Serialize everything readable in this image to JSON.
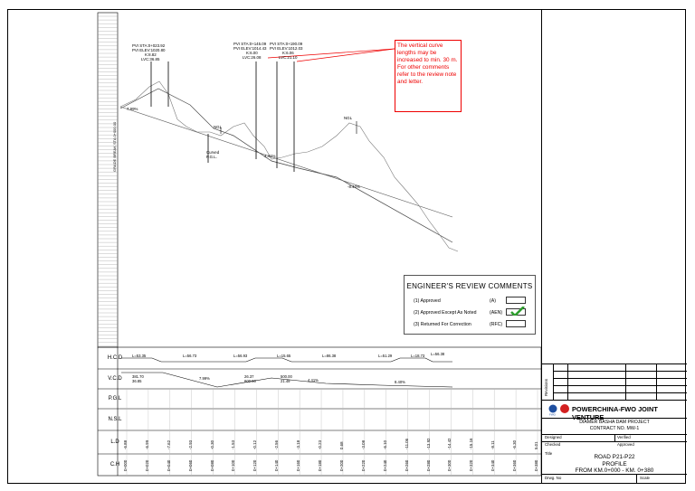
{
  "review_note": {
    "line1": "The vertical curve lengths may be increased to min. 30 m.",
    "line2": "For other comments refer to the review note and letter."
  },
  "pvi_labels": [
    {
      "sta": "PVI STA:0+023.92",
      "elev": "PVI ELEV:1020.80",
      "k": "K:8.82",
      "lvc": "LVC:36.85"
    },
    {
      "sta": "PVI STA:0+145.09",
      "elev": "PVI ELEV:1014.43",
      "k": "K:6.00",
      "lvc": "LVC:26.08"
    },
    {
      "sta": "PVI STA:0+190.09",
      "elev": "PVI ELEV:1012.03",
      "k": "K:6.06",
      "lvc": "LVC:21.10"
    }
  ],
  "profile_annotations": {
    "ngl_1": "NGL",
    "ngl_2": "NGL",
    "grade_start": "7.99%",
    "grade_mid": "4.41%",
    "grade_end": "-8.40%",
    "curved_pgl": "Curved P.G.L.",
    "break_sta": "GRADE BREAK STA 0+000.00"
  },
  "engineer_review": {
    "title": "ENGINEER'S REVIEW COMMENTS",
    "options": [
      {
        "num": "(1)",
        "label": "Approved",
        "code": "(A)",
        "checked": false
      },
      {
        "num": "(2)",
        "label": "Approved Except As Noted",
        "code": "(AEN)",
        "checked": true
      },
      {
        "num": "(3)",
        "label": "Returned For Correction",
        "code": "(RFC)",
        "checked": false
      }
    ]
  },
  "profile_table": {
    "row_labels": [
      "H.C.D",
      "V.C.D",
      "P.G.L",
      "N.S.L",
      "L.D",
      "C.H"
    ],
    "hcd": [
      "L=53.35",
      "L=56.73",
      "L=56.93",
      "L=15.65",
      "L=86.38",
      "L=51.29",
      "L=18.73",
      "L=56.38"
    ],
    "vcd": [
      "381.70",
      "36.85",
      "26.37",
      "600.00",
      "21.49",
      "500.00"
    ],
    "vcd_grades": [
      "7.99%",
      "4.41%",
      "8.40%"
    ],
    "ld": [
      "-6.88",
      "-6.99",
      "-7.62",
      "-2.93",
      "-0.30",
      "-1.53",
      "-0.12",
      "-2.56",
      "-3.18",
      "-0.23",
      "0.68",
      "-3.08",
      "-6.10",
      "-11.06",
      "-13.92",
      "-14.42",
      "-15.16",
      "-8.11",
      "-6.30",
      "5.01"
    ],
    "ch": [
      "0+000",
      "0+020",
      "0+040",
      "0+060",
      "0+080",
      "0+100",
      "0+120",
      "0+140",
      "0+160",
      "0+180",
      "0+200",
      "0+220",
      "0+240",
      "0+260",
      "0+280",
      "0+300",
      "0+320",
      "0+340",
      "0+360",
      "0+380"
    ]
  },
  "title_block": {
    "revisions": "Revisions",
    "company": "POWERCHINA-FWO JOINT VENTURE",
    "project": "DIAMER BASHA DAM PROJECT",
    "contract": "CONTRACT NO. MW-1",
    "designed": "Designed",
    "verified": "Verified",
    "checked": "Checked",
    "approved": "Approved",
    "title_label": "Title",
    "drawing_title_1": "ROAD P21-P22",
    "drawing_title_2": "PROFILE",
    "drawing_title_3": "FROM KM.0+000 - KM. 0+380",
    "drwg_no": "Drwg. No",
    "scale": "Scale"
  },
  "colors": {
    "note_red": "#e00000",
    "check_green": "#2e9e2e",
    "logo_red": "#d32020"
  }
}
